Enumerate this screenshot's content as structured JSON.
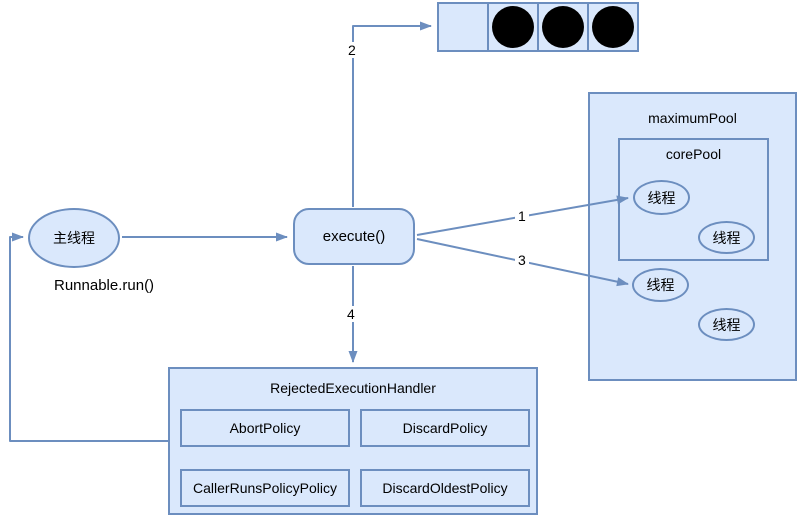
{
  "colors": {
    "shape_fill": "#dae8fc",
    "shape_stroke": "#6c8ebf",
    "task_dot": "#000000",
    "text": "#000000",
    "background": "#ffffff"
  },
  "nodes": {
    "main_thread": {
      "label": "主线程"
    },
    "runnable_note": "Runnable.run()",
    "execute": {
      "label": "execute()"
    },
    "maximum_pool": {
      "title": "maximumPool",
      "threads": [
        "线程",
        "线程"
      ]
    },
    "core_pool": {
      "title": "corePool",
      "threads": [
        "线程",
        "线程"
      ]
    },
    "handler": {
      "title": "RejectedExecutionHandler",
      "policies": [
        "AbortPolicy",
        "DiscardPolicy",
        "CallerRunsPolicyPolicy",
        "DiscardOldestPolicy"
      ]
    }
  },
  "queue": {
    "cells": [
      "empty",
      "task",
      "task",
      "task"
    ]
  },
  "edge_labels": {
    "step1": "1",
    "step2": "2",
    "step3": "3",
    "step4": "4"
  }
}
